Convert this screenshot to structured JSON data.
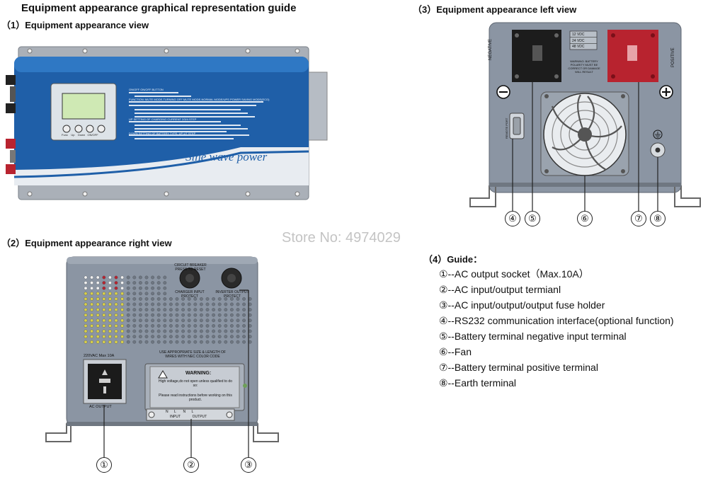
{
  "page": {
    "title": "Equipment appearance graphical representation guide",
    "store_watermark": "Store No: 4974029"
  },
  "sections": {
    "s1": "（1）Equipment appearance view",
    "s2": "（2）Equipment appearance right view",
    "s3": "（3）Equipment appearance left view",
    "s4": "（4）Guide："
  },
  "front_panel": {
    "brand_text": "Sine wave power",
    "buttons": [
      "Func",
      "Up",
      "Down",
      "ON/OFF"
    ],
    "instructions": [
      "ON/OFF  ON/OFF BUTTON",
      "FUNCTION: MUTE MODE,TURNING OFF MUTE MODE,NORMAL MODE/UPS POWER SAVING MODE(ECO)",
      "UP  SETTING OF CHARGING CURRENT 2/3/4 STEP",
      "DOWN  SETTING OF BATTERY TYPE, UP-UT STEP"
    ]
  },
  "right_panel": {
    "circuit_breaker": "CIRCUIT BREAKER PRESS TO RESET",
    "charger_input": "CHARGER INPUT PROTECT",
    "inverter_output": "INVERTER OUTPUT PROTECT",
    "ac_rating": "220VAC Max 10A",
    "ac_output": "AC OUTPUT",
    "wire_note": "USE APPROPRIATE SIZE & LENGTH OF WIRES WITH NEC COLOR CODE",
    "warning_title": "WARNING:",
    "warning_line1": "High voltage,do not open unless qualified to do so:",
    "warning_line2": "Please read instructions before working on this product.",
    "terminal_labels": [
      "N",
      "L",
      "N",
      "L"
    ],
    "terminal_groups": [
      "INPUT",
      "OUTPUT"
    ]
  },
  "left_panel": {
    "negative": "NEGATIVE",
    "positive": "POSITIVE",
    "remote_port": "REMOTE PORT",
    "voltages": [
      "12 VDC",
      "24 VDC",
      "48 VDC"
    ],
    "warning": "WARNING: BATTERY POLARITY MUST BE CORRECT OR DAMAGE WILL RESULT"
  },
  "callouts": {
    "right": [
      "①",
      "②",
      "③"
    ],
    "left": [
      "④",
      "⑤",
      "⑥",
      "⑦",
      "⑧"
    ]
  },
  "guide_items": [
    "①--AC output socket（Max.10A）",
    "②--AC input/output termianl",
    "③--AC input/output/output fuse holder",
    "④--RS232 communication interface(optional function)",
    "⑤--Battery terminal negative input terminal",
    "⑥--Fan",
    "⑦--Battery terminal positive terminal",
    "⑧--Earth terminal"
  ],
  "colors": {
    "body_blue": "#1f5fa8",
    "panel_grey": "#8b95a3",
    "terminal_red": "#b8232f"
  }
}
